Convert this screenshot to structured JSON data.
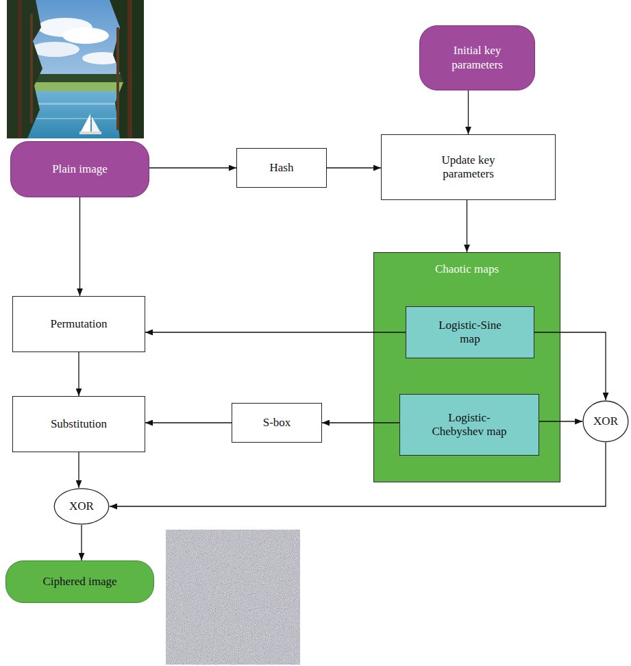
{
  "diagram": {
    "nodes": [
      {
        "text": [
          "Plain image"
        ]
      },
      {
        "text": [
          "Hash"
        ]
      },
      {
        "text": [
          "Initial key parameters"
        ]
      },
      {
        "text": [
          "Update key parameters"
        ]
      },
      {
        "text": [
          "Chaotic maps"
        ]
      },
      {
        "text": [
          "Logistic-Sine map"
        ],
        "in": 4
      },
      {
        "text": [
          "Logistic-Chebyshev map"
        ],
        "in": 4
      },
      {
        "text": [
          "Permutation"
        ]
      },
      {
        "text": [
          "Substitution"
        ]
      },
      {
        "text": [
          "S-box"
        ]
      },
      {
        "text": [
          "XOR"
        ]
      },
      {
        "text": [
          "XOR"
        ]
      },
      {
        "text": [
          "Ciphered image"
        ]
      }
    ],
    "edges": [
      {
        "from": 0,
        "to": 1,
        "arrow": "to"
      },
      {
        "from": 1,
        "to": 3,
        "arrow": "to"
      },
      {
        "from": 2,
        "to": 3,
        "arrow": "to"
      },
      {
        "from": 3,
        "to": 4,
        "arrow": "to"
      },
      {
        "from": 0,
        "to": 7,
        "arrow": "to"
      },
      {
        "from": 5,
        "to": 7,
        "arrow": "to"
      },
      {
        "from": 5,
        "to": 10,
        "arrow": "to"
      },
      {
        "from": 7,
        "to": 8,
        "arrow": "to"
      },
      {
        "from": 6,
        "to": 9,
        "arrow": "to"
      },
      {
        "from": 9,
        "to": 8,
        "arrow": "to"
      },
      {
        "from": 6,
        "to": 10,
        "arrow": "to"
      },
      {
        "from": 8,
        "to": 11,
        "arrow": "to"
      },
      {
        "from": 10,
        "to": 11,
        "arrow": "to"
      },
      {
        "from": 11,
        "to": 12,
        "arrow": "to"
      }
    ]
  }
}
